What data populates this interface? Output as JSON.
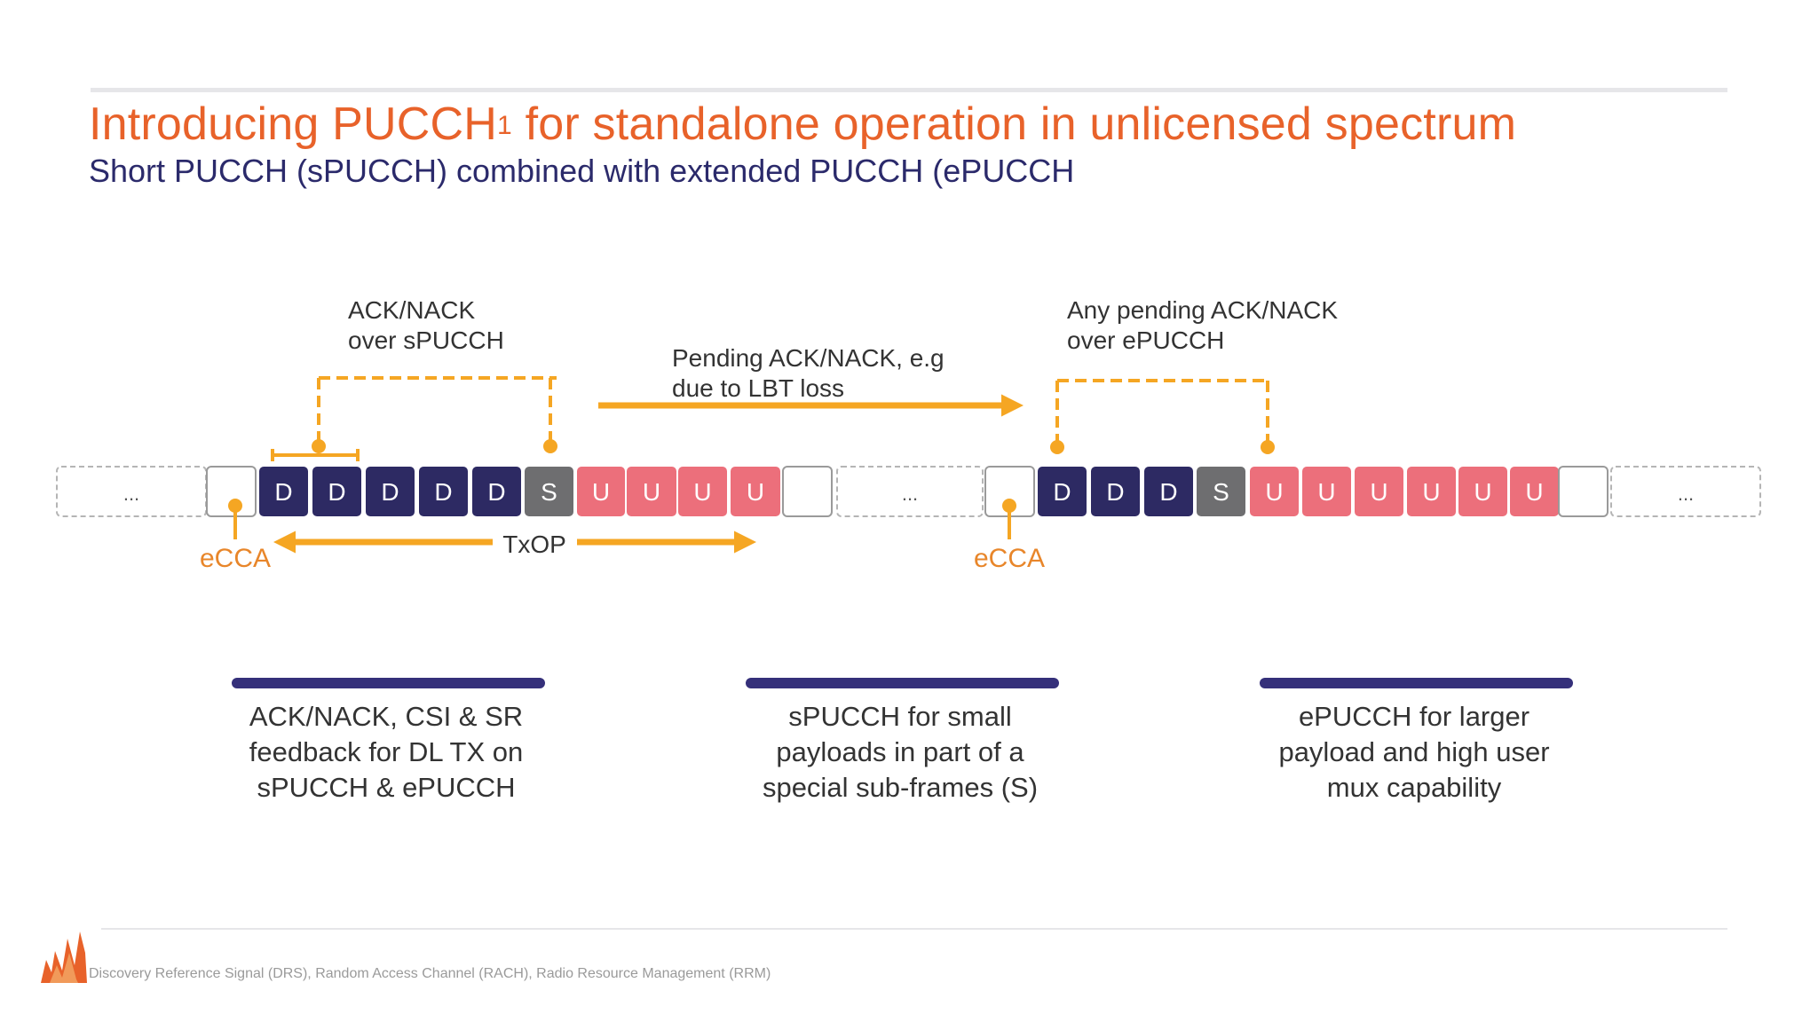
{
  "title": "Introducing PUCCH",
  "title_sup": "1",
  "title_rest": " for standalone operation in unlicensed spectrum",
  "subtitle": "Short PUCCH (sPUCCH) combined with extended PUCCH (ePUCCH",
  "colors": {
    "accent_orange": "#e8622a",
    "navy": "#2b2a6b",
    "downlink_navy": "#2d2a63",
    "special_gray": "#6e6e70",
    "uplink_pink": "#ec6f7b",
    "arrow_orange": "#f5a623",
    "bar_navy": "#35307a"
  },
  "diagram": {
    "groups": [
      {
        "id": "g1",
        "cells": [
          "...",
          "",
          "D",
          "D",
          "D",
          "D",
          "D",
          "S",
          "U",
          "U",
          "U",
          "U",
          ""
        ]
      },
      {
        "id": "g2",
        "cells": [
          "...",
          "",
          "D",
          "D",
          "D",
          "S",
          "U",
          "U",
          "U",
          "U",
          "U",
          "U",
          ""
        ]
      },
      {
        "id": "g3",
        "cells": [
          "..."
        ]
      }
    ],
    "labels": {
      "ack_spucch_line1": "ACK/NACK",
      "ack_spucch_line2": "over sPUCCH",
      "pending_line1": "Pending ACK/NACK, e.g",
      "pending_line2": "due to LBT loss",
      "any_pending_line1": "Any pending ACK/NACK",
      "any_pending_line2": "over ePUCCH",
      "ecca_1": "eCCA",
      "ecca_2": "eCCA",
      "txop": "TxOP"
    }
  },
  "columns": [
    {
      "line1": "ACK/NACK, CSI & SR",
      "line2": "feedback for DL TX on",
      "line3": "sPUCCH & ePUCCH"
    },
    {
      "line1": "sPUCCH for small",
      "line2": "payloads in part of a",
      "line3": "special sub-frames (S)"
    },
    {
      "line1": "ePUCCH for larger",
      "line2": "payload and high user",
      "line3": "mux capability"
    }
  ],
  "footnote": "Discovery Reference Signal (DRS), Random Access Channel (RACH), Radio Resource Management (RRM)"
}
